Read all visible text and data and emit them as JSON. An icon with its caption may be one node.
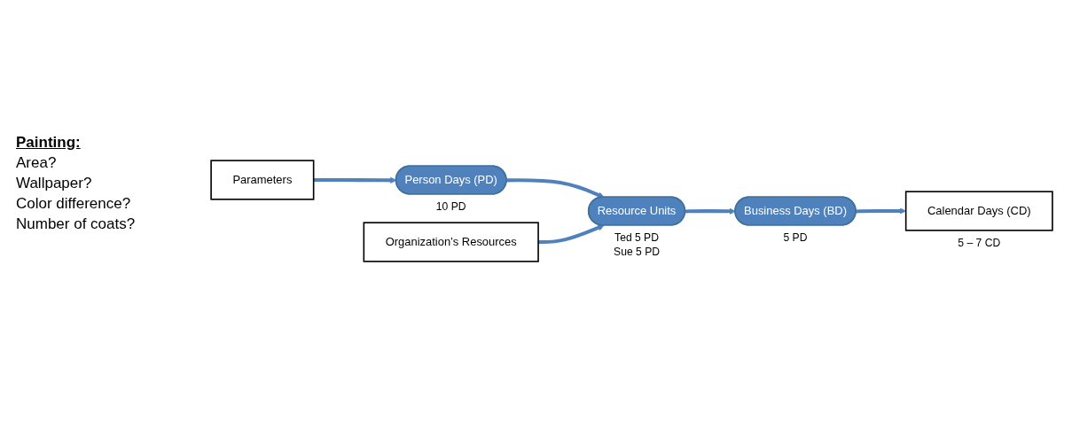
{
  "diagram": {
    "nodes": [
      {
        "text": [
          "Parameters"
        ]
      },
      {
        "text": [
          "Person Days (PD)"
        ],
        "beside": [
          "10 PD"
        ]
      },
      {
        "text": [
          "Organization’s Resources"
        ]
      },
      {
        "text": [
          "Resource Units"
        ],
        "beside": [
          "Ted 5 PD",
          "Sue 5 PD"
        ]
      },
      {
        "text": [
          "Business Days (BD)"
        ],
        "beside": [
          "5 PD"
        ]
      },
      {
        "text": [
          "Calendar Days (CD)"
        ],
        "beside": [
          "5 – 7 CD"
        ]
      }
    ],
    "edges": [
      {
        "from": 0,
        "to": 1,
        "arrow": "to"
      },
      {
        "from": 1,
        "to": 3,
        "arrow": "to"
      },
      {
        "from": 2,
        "to": 3,
        "arrow": "to"
      },
      {
        "from": 3,
        "to": 4,
        "arrow": "to"
      },
      {
        "from": 4,
        "to": 5,
        "arrow": "to"
      }
    ],
    "labels": [
      "Painting:",
      "Area?",
      "Wallpaper?",
      "Color difference?",
      "Number of coats?"
    ]
  }
}
